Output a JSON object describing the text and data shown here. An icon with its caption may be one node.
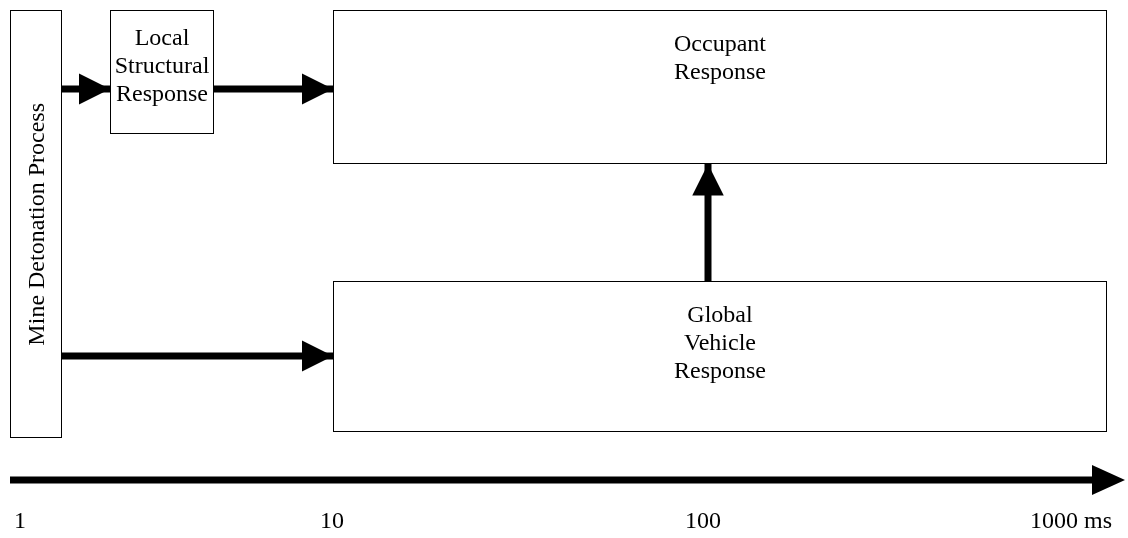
{
  "diagram": {
    "nodes": [
      {
        "text": [
          "Mine Detonation Process"
        ]
      },
      {
        "text": [
          "Local Structural Response"
        ]
      },
      {
        "text": [
          "Occupant Response"
        ]
      },
      {
        "text": [
          "Global Vehicle Response"
        ]
      }
    ],
    "edges": [
      {
        "from": 0,
        "to": 1,
        "arrow": "to"
      },
      {
        "from": 1,
        "to": 2,
        "arrow": "to"
      },
      {
        "from": 0,
        "to": 3,
        "arrow": "to"
      },
      {
        "from": 3,
        "to": 2,
        "arrow": "to"
      }
    ],
    "labels": [
      "1",
      "10",
      "100",
      "1000 ms"
    ]
  }
}
